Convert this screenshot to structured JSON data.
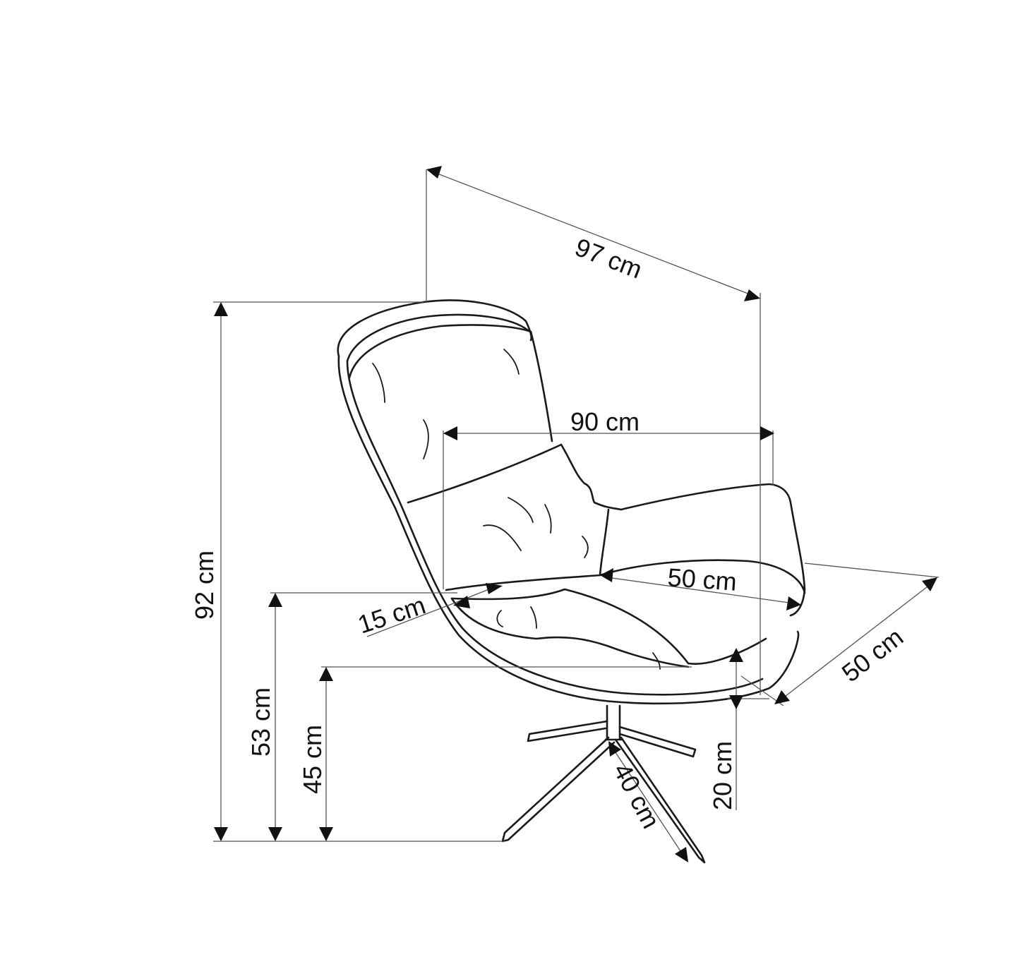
{
  "dimensions": {
    "depth_total": "97 cm",
    "width_total": "90 cm",
    "height_total": "92 cm",
    "seat_width": "50 cm",
    "seat_depth": "50 cm",
    "armrest_height": "15 cm",
    "seat_height_53": "53 cm",
    "seat_height_45": "45 cm",
    "base_height": "20 cm",
    "leg_length": "40 cm"
  },
  "colors": {
    "line": "#1a1a1a",
    "dimension_line": "#555555",
    "background": "#ffffff"
  }
}
